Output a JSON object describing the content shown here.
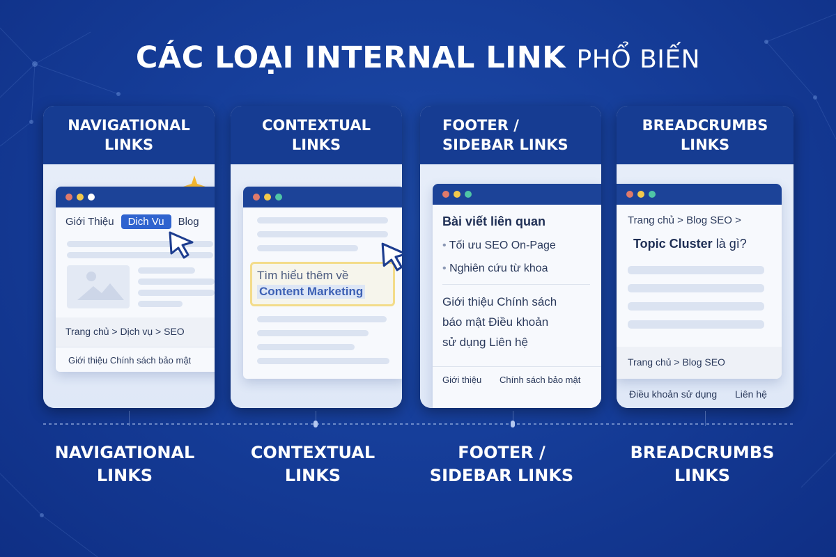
{
  "title": {
    "bold": "CÁC LOẠI INTERNAL LINK",
    "light": "PHỔ BIẾN"
  },
  "colors": {
    "background": "#163e9a",
    "card_header": "#163c92",
    "window_bar": "#1c4398",
    "active_pill": "#2f63cf",
    "highlight_border": "#f3dc8a",
    "sparkle": "#f5b82e",
    "dot_red": "#e07a6a",
    "dot_yellow": "#f2c94c",
    "dot_white": "#ffffff",
    "dot_green": "#4fc6a6"
  },
  "cards": [
    {
      "heading": "NAVIGATIONAL LINKS",
      "heading_l1": "NAVIGATIONAL",
      "heading_l2": "LINKS",
      "nav": {
        "item1": "Giới Thiệu",
        "active": "Dich Vu",
        "item3": "Blog"
      },
      "breadcrumb": "Trang chủ  >  Dịch vụ  >  SEO",
      "footer": "Giới thiệu  Chính sách bảo mật"
    },
    {
      "heading_l1": "CONTEXTUAL",
      "heading_l2": "LINKS",
      "context_text": "Tìm hiểu thêm về",
      "context_link": "Content Marketing"
    },
    {
      "heading_l1": "FOOTER /",
      "heading_l2": "SIDEBAR LINKS",
      "related_title": "Bài viết liên quan",
      "related_items": [
        "Tối ưu SEO On-Page",
        "Nghiên cứu từ khoa"
      ],
      "footer_links": [
        "Giới thiệu   Chính sách",
        "báo mật   Điều khoản",
        "sử dụng   Liên hệ"
      ],
      "bottom_links": [
        "Giới thiệu",
        "Chính sách bảo mật"
      ]
    },
    {
      "heading_l1": "BREADCRUMBS",
      "heading_l2": "LINKS",
      "breadcrumb_top": "Trang chủ  >  Blog SEO  >",
      "article_title_bold": "Topic Cluster",
      "article_title_rest": " là gì?",
      "breadcrumb_bottom": "Trang chủ  >  Blog SEO",
      "bottom_links": [
        "Điều khoản sử dụng",
        "Liên hệ"
      ]
    }
  ],
  "bottom_labels": [
    {
      "l1": "NAVIGATIONAL",
      "l2": "LINKS"
    },
    {
      "l1": "CONTEXTUAL",
      "l2": "LINKS"
    },
    {
      "l1": "FOOTER /",
      "l2": "SIDEBAR LINKS"
    },
    {
      "l1": "BREADCRUMBS",
      "l2": "LINKS"
    }
  ]
}
